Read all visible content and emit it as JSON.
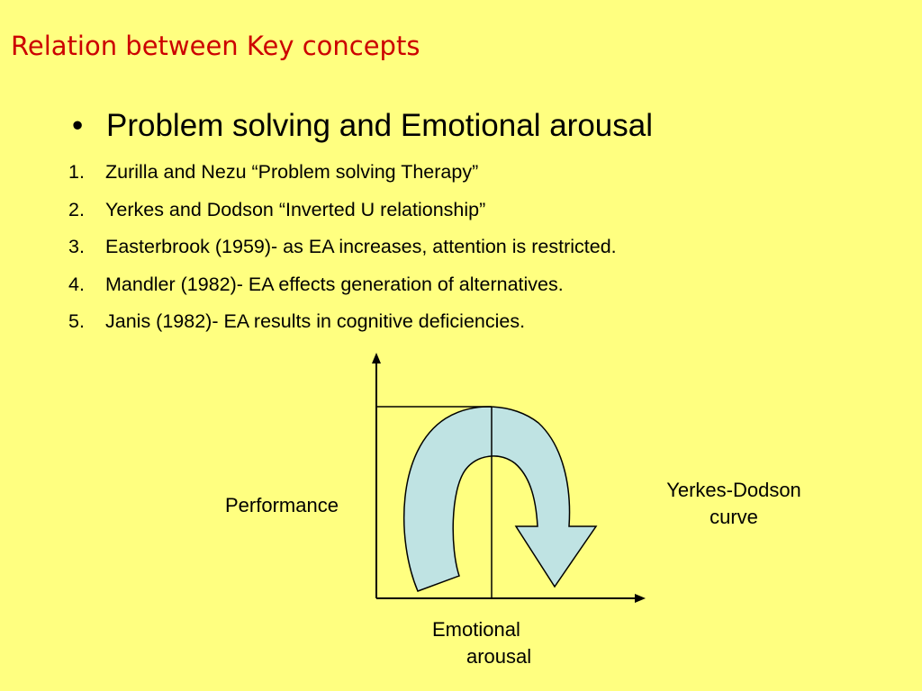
{
  "slide": {
    "title": "Relation between Key concepts",
    "bullet": "Problem solving and Emotional arousal",
    "bullet_symbol": "•",
    "items": [
      {
        "num": "1.",
        "text": "Zurilla and Nezu “Problem solving Therapy”"
      },
      {
        "num": "2.",
        "text": "Yerkes and Dodson “Inverted U relationship”"
      },
      {
        "num": "3.",
        "text": "Easterbrook (1959)- as EA increases, attention is restricted."
      },
      {
        "num": "4.",
        "text": "Mandler (1982)- EA effects generation of alternatives."
      },
      {
        "num": "5.",
        "text": "Janis (1982)- EA results in cognitive deficiencies."
      }
    ]
  },
  "diagram": {
    "y_label": "Performance",
    "curve_label_line1": "Yerkes-Dodson",
    "curve_label_line2": "curve",
    "x_label_line1": "Emotional",
    "x_label_line2": "arousal",
    "arrow_fill": "#bfe3e3",
    "background": "#ffff80",
    "title_color": "#cc0000"
  }
}
